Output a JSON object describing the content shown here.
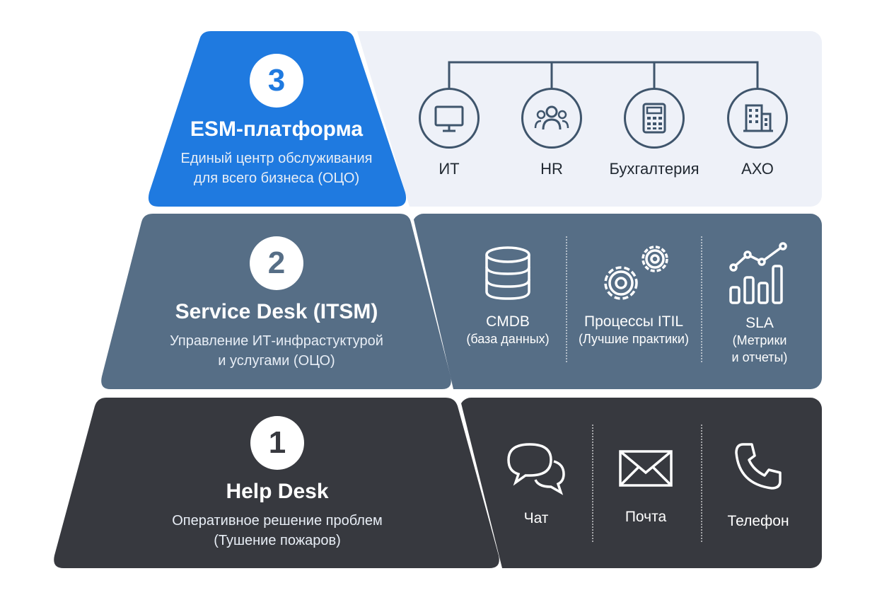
{
  "colors": {
    "tier3": "#1f7ae0",
    "tier2": "#566e86",
    "tier1": "#37393f",
    "panel3": "#eef1f8",
    "panel2": "#566e86",
    "panel1": "#37393f"
  },
  "tiers": [
    {
      "number": "3",
      "title": "ESM-платформа",
      "desc_line1": "Единый центр обслуживания",
      "desc_line2": "для всего бизнеса (ОЦО)",
      "departments": [
        {
          "label": "ИТ",
          "icon": "monitor-icon"
        },
        {
          "label": "HR",
          "icon": "people-icon"
        },
        {
          "label": "Бухгалтерия",
          "icon": "calculator-icon"
        },
        {
          "label": "АХО",
          "icon": "building-icon"
        }
      ]
    },
    {
      "number": "2",
      "title": "Service Desk (ITSM)",
      "desc_line1": "Управление ИТ-инфрастуктурой",
      "desc_line2": "и услугами (ОЦО)",
      "items": [
        {
          "label": "CMDB",
          "sub1": "(база данных)",
          "sub2": "",
          "icon": "database-icon"
        },
        {
          "label": "Процессы ITIL",
          "sub1": "(Лучшие практики)",
          "sub2": "",
          "icon": "gears-icon"
        },
        {
          "label": "SLA",
          "sub1": "(Метрики",
          "sub2": "и отчеты)",
          "icon": "chart-icon"
        }
      ]
    },
    {
      "number": "1",
      "title": "Help Desk",
      "desc_line1": "Оперативное решение проблем",
      "desc_line2": "(Тушение пожаров)",
      "channels": [
        {
          "label": "Чат",
          "icon": "chat-icon"
        },
        {
          "label": "Почта",
          "icon": "mail-icon"
        },
        {
          "label": "Телефон",
          "icon": "phone-icon"
        }
      ]
    }
  ]
}
